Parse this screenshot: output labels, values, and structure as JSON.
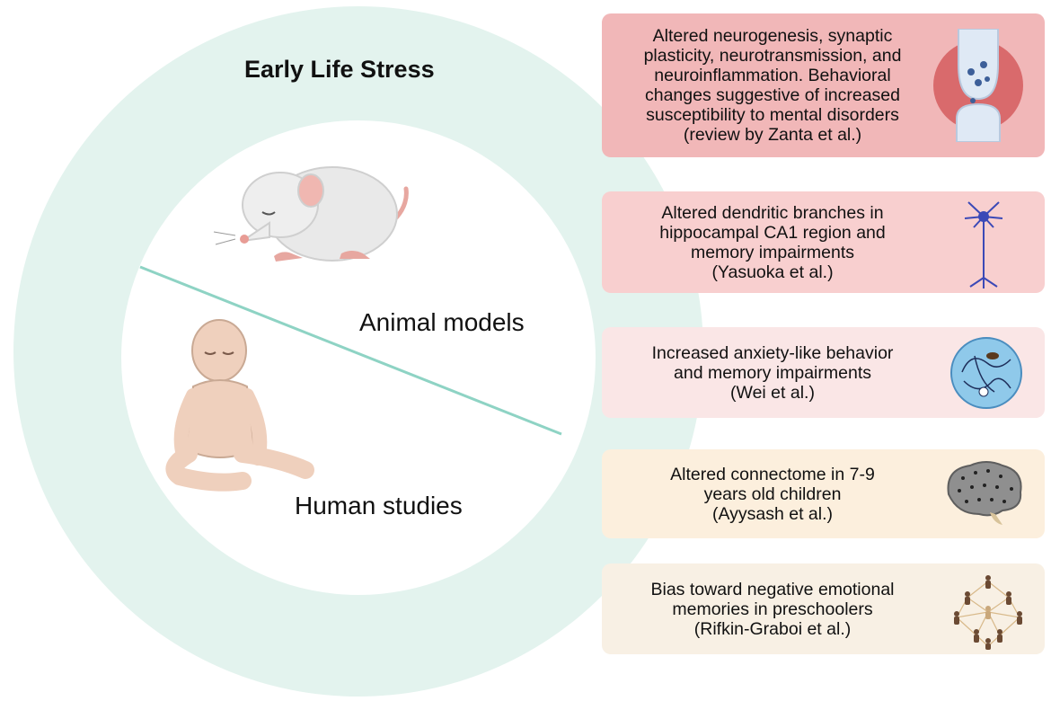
{
  "title": "Early Life Stress",
  "sections": {
    "animal_label": "Animal models",
    "human_label": "Human studies"
  },
  "findings": [
    {
      "text": "Altered neurogenesis, synaptic\nplasticity, neurotransmission, and\nneuroinflammation. Behavioral\nchanges suggestive of increased\nsusceptibility to mental disorders\n(review by Zanta et al.)",
      "icon": "synapse-icon"
    },
    {
      "text": "Altered dendritic branches in\nhippocampal CA1 region and\nmemory impairments\n(Yasuoka et al.)",
      "icon": "neuron-icon"
    },
    {
      "text": "Increased anxiety-like behavior\nand memory impairments\n(Wei et al.)",
      "icon": "maze-mouse-icon"
    },
    {
      "text": "Altered connectome in 7-9\nyears old children\n(Ayysash et al.)",
      "icon": "brain-connectome-icon"
    },
    {
      "text": "Bias toward negative emotional\nmemories in preschoolers\n(Rifkin-Graboi et al.)",
      "icon": "people-network-icon"
    }
  ],
  "colors": {
    "ring": "#e3f3ee",
    "divider": "#8ed3c4",
    "card1": "#f1b7b8",
    "card2": "#f8cfcf",
    "card3": "#fae6e6",
    "card4": "#fcefdd",
    "card5": "#f8f0e4"
  }
}
